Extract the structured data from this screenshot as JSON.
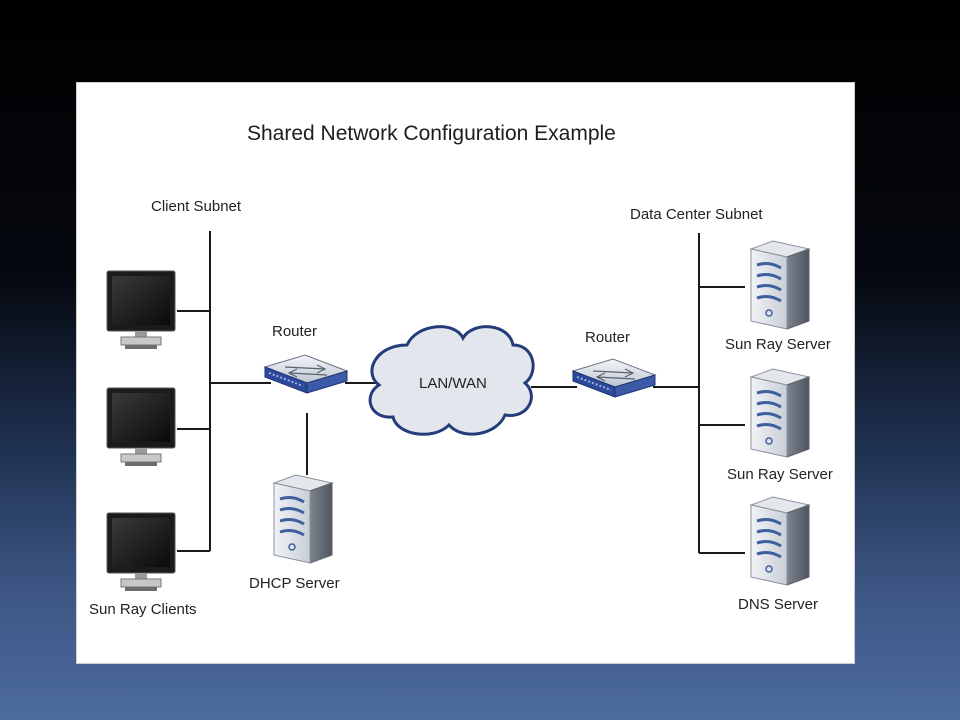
{
  "diagram": {
    "title": "Shared Network Configuration Example",
    "client_subnet_label": "Client Subnet",
    "data_center_subnet_label": "Data Center Subnet",
    "router_left_label": "Router",
    "router_right_label": "Router",
    "cloud_label": "LAN/WAN",
    "dhcp_label": "DHCP Server",
    "clients_label": "Sun Ray Clients",
    "server1_label": "Sun Ray Server",
    "server2_label": "Sun Ray Server",
    "dns_label": "DNS Server"
  },
  "colors": {
    "line": "#1a1a1a",
    "router_accent": "#2b4a9c",
    "server_body": "#dcdfe4",
    "cloud_stroke": "#243c7a"
  }
}
